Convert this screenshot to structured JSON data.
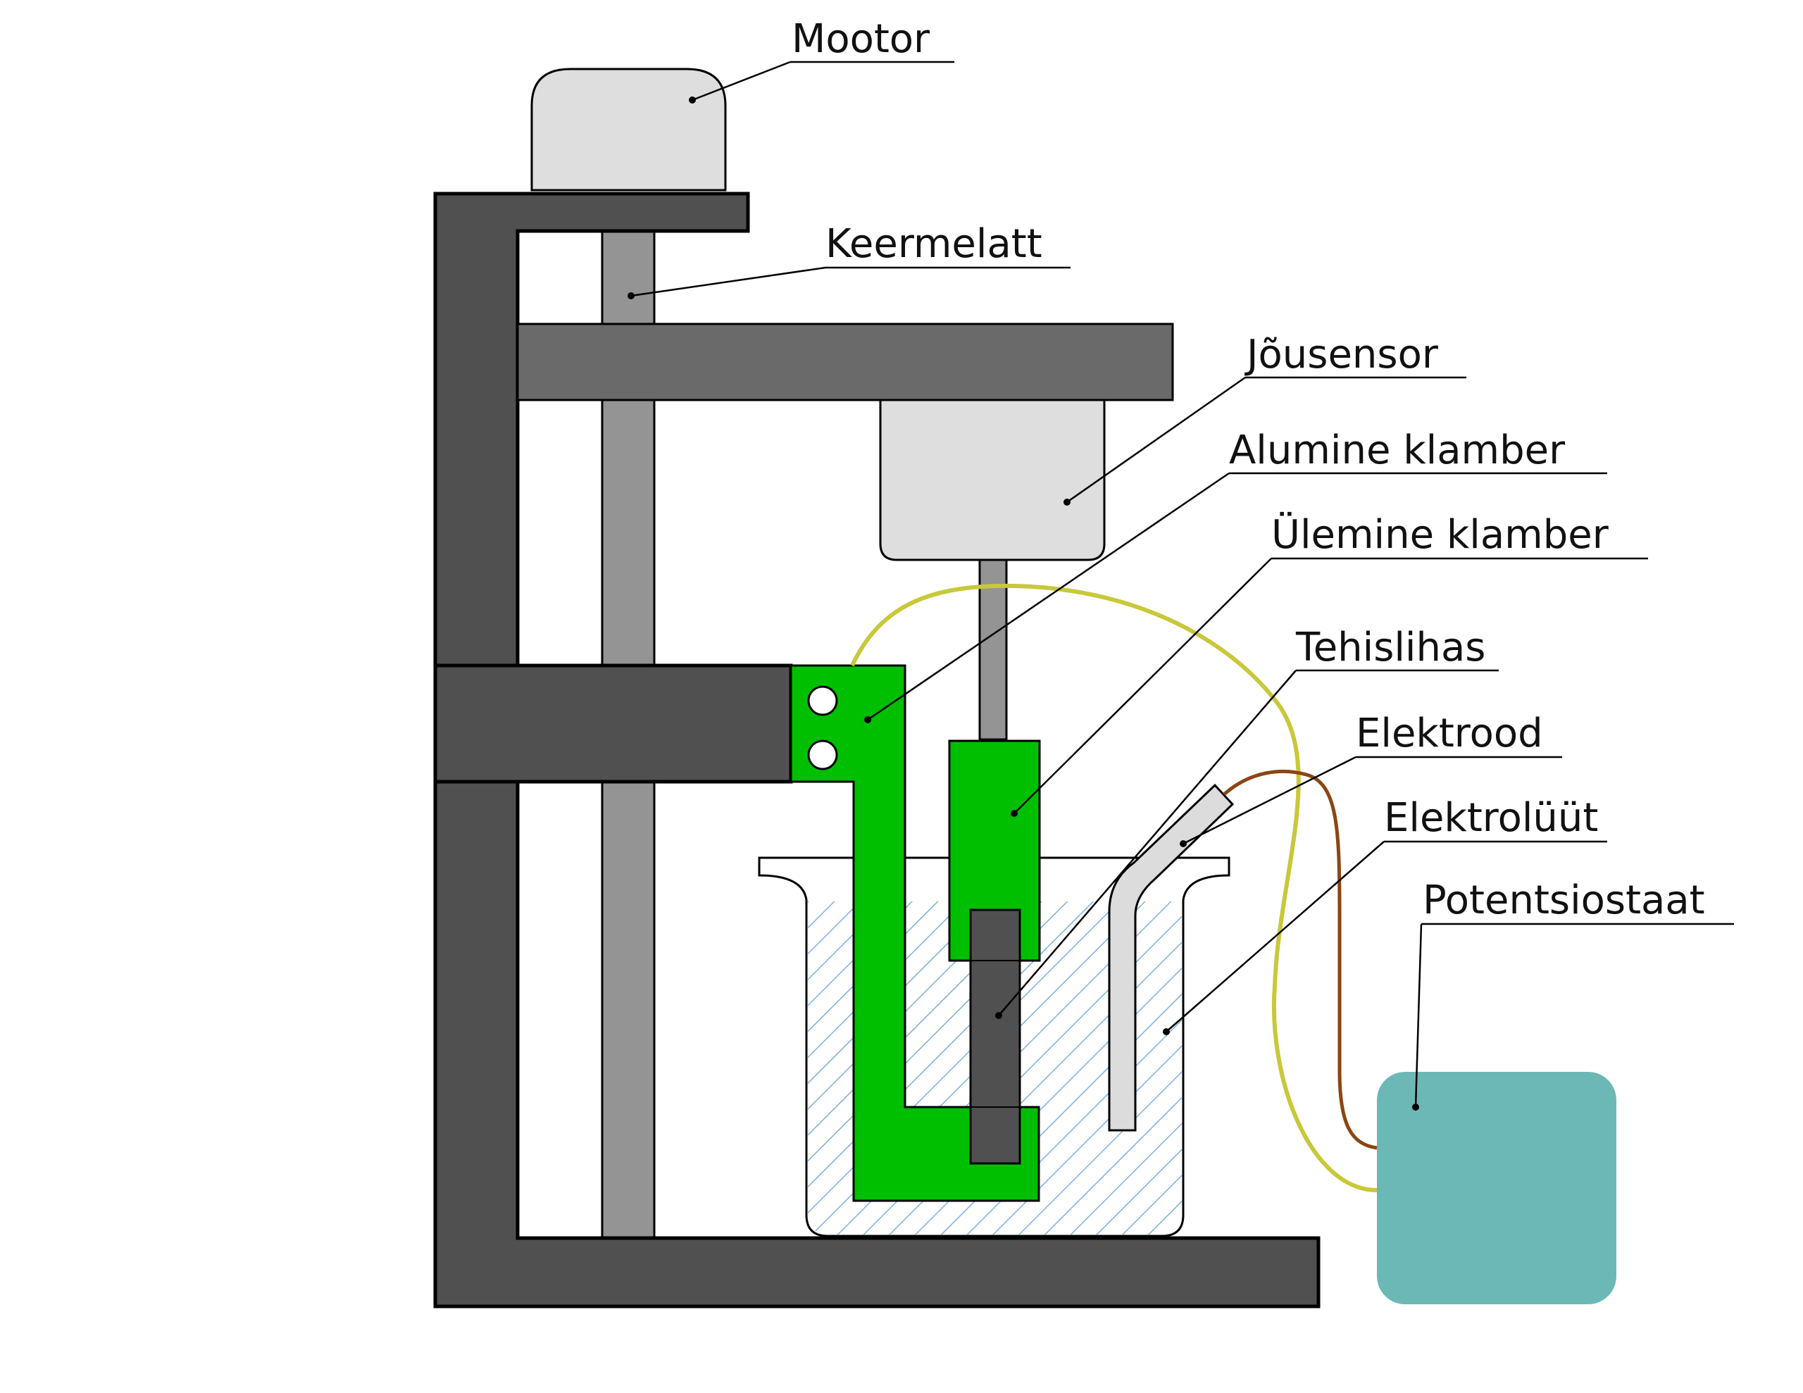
{
  "labels": {
    "motor": "Mootor",
    "threaded_rod": "Keermelatt",
    "force_sensor": "Jõusensor",
    "lower_clamp": "Alumine klamber",
    "upper_clamp": "Ülemine klamber",
    "artificial_muscle": "Tehislihas",
    "electrode": "Elektrood",
    "electrolyte": "Elektrolüüt",
    "potentiostat": "Potentsiostaat"
  },
  "colors": {
    "frame": "#505050",
    "crossbar": "#6a6a6a",
    "rod": "#949494",
    "motor": "#dedede",
    "sensor": "#dedede",
    "clamp": "#00bf00",
    "muscle": "#505050",
    "electrolyte_hatch": "#7ab0e0",
    "electrode": "#dcdcdc",
    "potentiostat": "#6cb8b6",
    "wire_yellow": "#c8c83a",
    "wire_brown": "#8b4513"
  }
}
